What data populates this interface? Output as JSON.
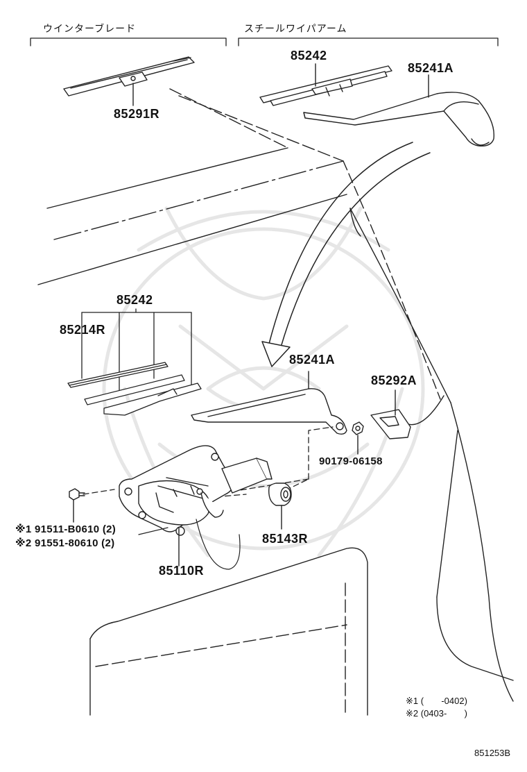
{
  "headers": {
    "left": "ウインターブレード",
    "right": "スチールワイパアーム"
  },
  "parts": {
    "p85291R": "85291R",
    "p85242_top": "85242",
    "p85241A_top": "85241A",
    "p85242_mid": "85242",
    "p85214R": "85214R",
    "p85241A_mid": "85241A",
    "p85292A": "85292A",
    "p90179": "90179-06158",
    "p91511": "※1 91511-B0610 (2)",
    "p91551": "※2 91551-80610 (2)",
    "p85143R": "85143R",
    "p85110R": "85110R"
  },
  "notes": {
    "n1": "※1 (       -0402)",
    "n2": "※2 (0403-       )"
  },
  "diagram_code": "851253B"
}
